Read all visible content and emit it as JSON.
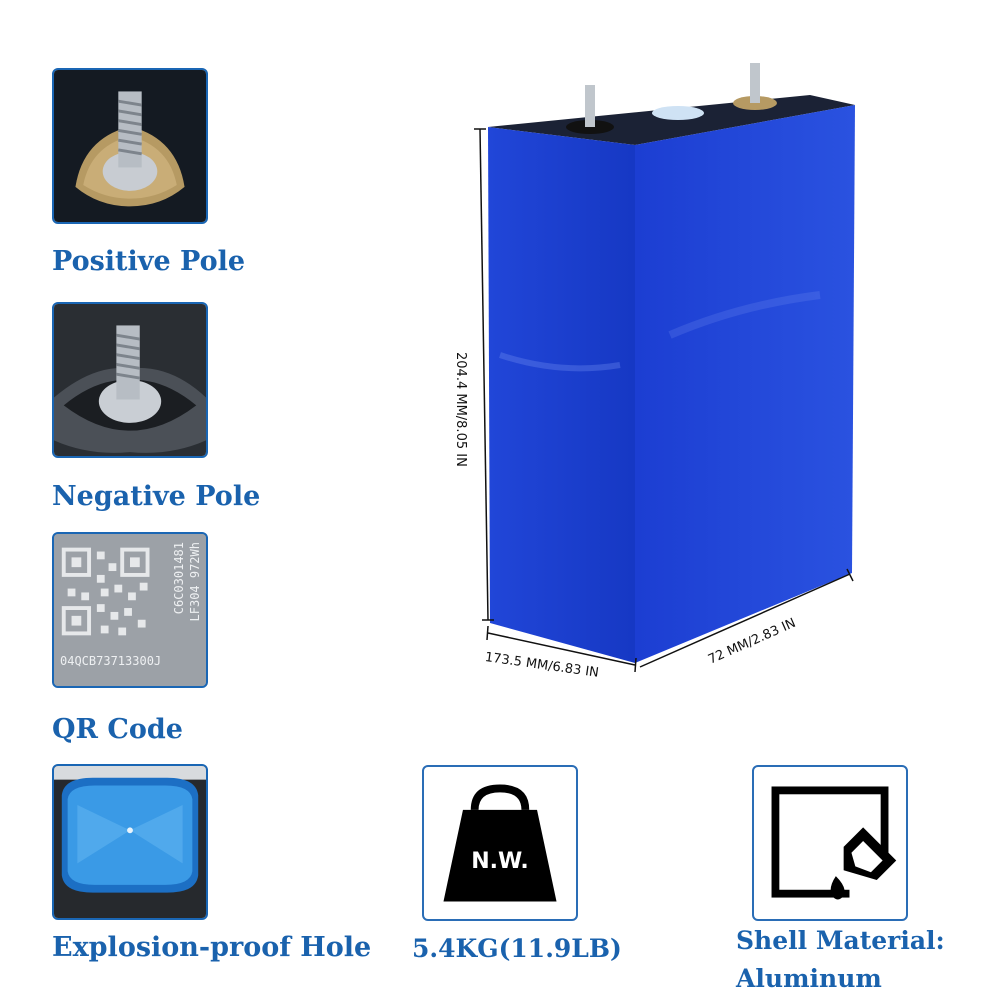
{
  "features": [
    {
      "label": "Positive Pole",
      "icon": "positive-pole-terminal"
    },
    {
      "label": "Negative Pole",
      "icon": "negative-pole-terminal"
    },
    {
      "label": "QR Code",
      "icon": "qr-code-label"
    },
    {
      "label": "Explosion-proof Hole",
      "icon": "explosion-proof-vent"
    }
  ],
  "qr_text": {
    "line1": "C6C0301481",
    "line2": "LF304 972Wh",
    "line3": "04QCB73713300J"
  },
  "dimensions": {
    "height": "204.4 MM/8.05 IN",
    "length": "173.5 MM/6.83 IN",
    "width": "72 MM/2.83 IN"
  },
  "weight": {
    "badge": "N.W.",
    "value": "5.4KG(11.9LB)"
  },
  "material": {
    "line1": "Shell Material:",
    "line2": "Aluminum"
  },
  "colors": {
    "accent": "#1a62ad",
    "battery_blue": "#1f3fd0"
  }
}
